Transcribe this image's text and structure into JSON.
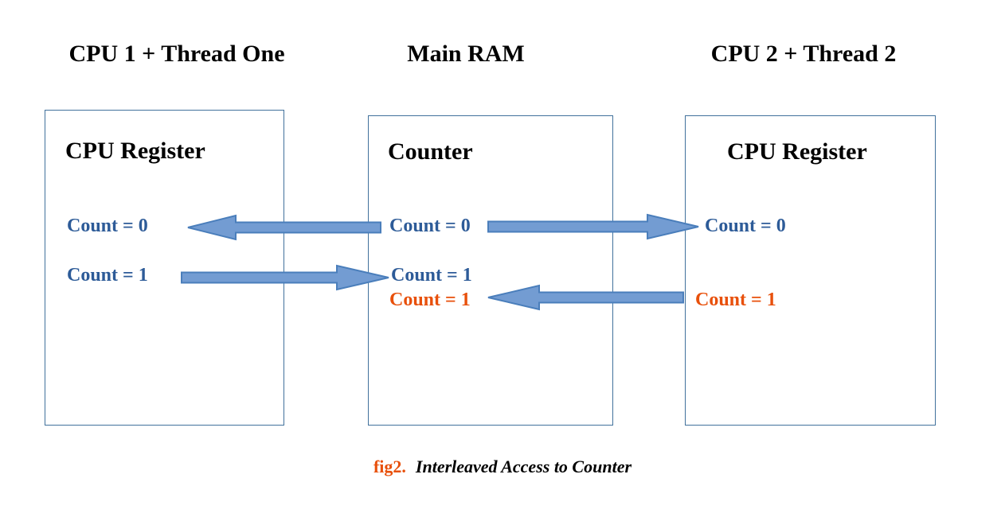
{
  "headers": {
    "left": "CPU 1 + Thread One",
    "middle": "Main RAM",
    "right": "CPU 2 + Thread 2"
  },
  "boxes": {
    "left": {
      "title": "CPU Register",
      "row1": "Count = 0",
      "row2": "Count = 1"
    },
    "middle": {
      "title": "Counter",
      "row1": "Count = 0",
      "row2": "Count = 1",
      "row3": "Count = 1"
    },
    "right": {
      "title": "CPU Register",
      "row1": "Count = 0",
      "row3": "Count = 1"
    }
  },
  "arrows": [
    {
      "row": 1,
      "direction": "left",
      "from": "Main RAM",
      "to": "CPU 1"
    },
    {
      "row": 1,
      "direction": "right",
      "from": "Main RAM",
      "to": "CPU 2"
    },
    {
      "row": 2,
      "direction": "right",
      "from": "CPU 1",
      "to": "Main RAM"
    },
    {
      "row": 3,
      "direction": "left",
      "from": "CPU 2",
      "to": "Main RAM"
    }
  ],
  "caption": {
    "label": "fig2.",
    "text": "Interleaved Access to Counter"
  },
  "colors": {
    "box_border": "#41719c",
    "arrow_fill": "#739cd2",
    "arrow_stroke": "#4a7ebb",
    "count_blue": "#2d5b98",
    "count_orange": "#e8500b"
  }
}
